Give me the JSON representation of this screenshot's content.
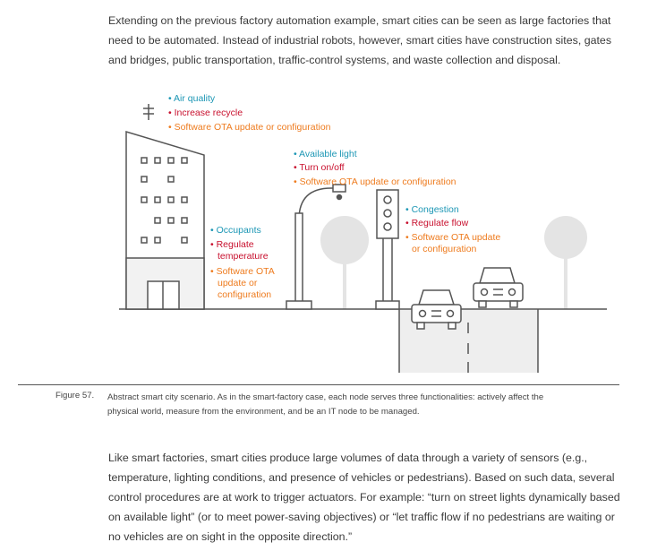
{
  "intro_text": "Extending on the previous factory automation example, smart cities can be seen as large factories that need to be automated. Instead of industrial robots, however, smart cities have construction sites, gates and bridges, public transportation, traffic-control systems, and waste collection and disposal.",
  "colors": {
    "measure": "#1d97b5",
    "actuate": "#c8102e",
    "it": "#ee7b1e",
    "line": "#555555",
    "tree": "#e4e4e4"
  },
  "figure": {
    "building": {
      "bullets": [
        "• Air quality",
        "• Increase recycle",
        "• Software OTA update or configuration"
      ]
    },
    "streetlight": {
      "bullets": [
        "• Available light",
        "• Turn on/off",
        "• Software OTA update or configuration"
      ]
    },
    "traffic_light": {
      "bullets": [
        "• Congestion",
        "• Regulate flow",
        "• Software OTA update",
        "or configuration"
      ]
    },
    "small_building": {
      "bullets": [
        "• Occupants",
        "• Regulate",
        "temperature",
        "• Software OTA",
        "update or",
        "configuration"
      ]
    }
  },
  "caption": {
    "label": "Figure 57.",
    "text": "Abstract smart city scenario. As in the smart-factory case, each node serves three functionalities: actively affect the physical world, measure from the environment, and be an IT node to be managed."
  },
  "body_text": "Like smart factories, smart cities produce large volumes of data through a variety of sensors (e.g., temperature, lighting conditions, and presence of vehicles or pedestrians). Based on such data, several control procedures are at work to trigger actuators. For example: “turn on street lights dynamically based on available light” (or to meet power-saving objectives) or “let traffic flow if no pedestrians are waiting or no vehicles are on sight in the opposite direction.”"
}
